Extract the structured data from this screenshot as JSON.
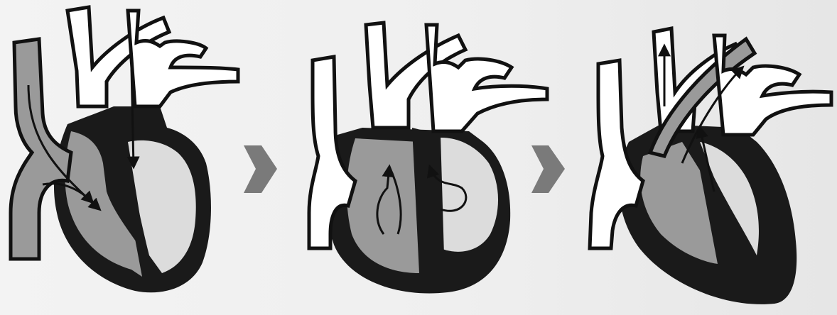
{
  "diagram": {
    "panels": [
      {
        "stage": 1,
        "blood_fill": "#9a9a9a",
        "muscle_fill": "#1a1a1a"
      },
      {
        "stage": 2,
        "blood_fill": "#9a9a9a",
        "muscle_fill": "#1a1a1a"
      },
      {
        "stage": 3,
        "blood_fill": "#9a9a9a",
        "muscle_fill": "#1a1a1a"
      }
    ],
    "colors": {
      "background": "#f0f0f0",
      "muscle": "#1a1a1a",
      "blood": "#9a9a9a",
      "light_blood": "#d8d8d8",
      "vessel_white": "#ffffff",
      "progress_arrow": "#7a7a7a"
    },
    "transitions": [
      "arrow",
      "arrow"
    ]
  }
}
